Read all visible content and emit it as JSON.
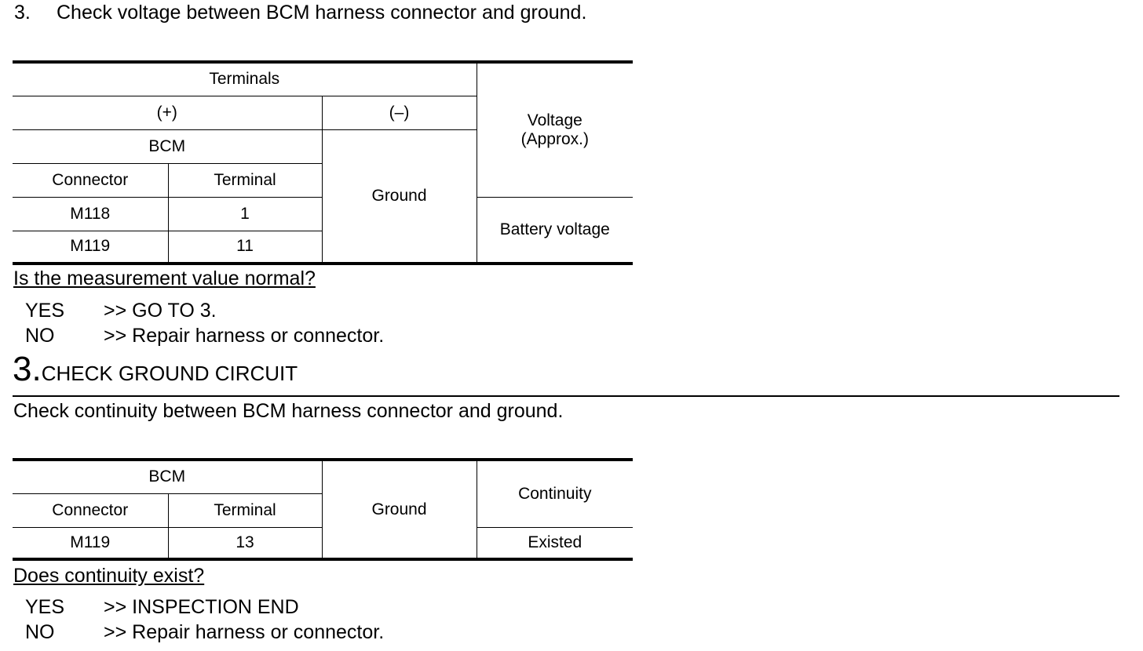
{
  "step3": {
    "number": "3.",
    "text": "Check voltage between BCM harness connector and ground."
  },
  "table1": {
    "terminals": "Terminals",
    "plus": "(+)",
    "minus": "(–)",
    "bcm": "BCM",
    "connector": "Connector",
    "terminal": "Terminal",
    "ground": "Ground",
    "voltage_header": [
      "Voltage",
      "(Approx.)"
    ],
    "rows": [
      {
        "connector": "M118",
        "terminal": "1"
      },
      {
        "connector": "M119",
        "terminal": "11"
      }
    ],
    "voltage_value": "Battery  voltage"
  },
  "question1": "Is the measurement value normal?",
  "answers1": {
    "yes_key": "YES",
    "yes_text": ">> GO TO 3.",
    "no_key": "NO",
    "no_text": ">> Repair harness or connector."
  },
  "section": {
    "number": "3.",
    "title": "CHECK GROUND CIRCUIT",
    "description": "Check continuity between BCM harness connector and ground."
  },
  "table2": {
    "bcm": "BCM",
    "connector": "Connector",
    "terminal": "Terminal",
    "ground": "Ground",
    "continuity": "Continuity",
    "row": {
      "connector": "M119",
      "terminal": "13",
      "continuity": "Existed"
    }
  },
  "question2": "Does continuity exist?",
  "answers2": {
    "yes_key": "YES",
    "yes_text": ">> INSPECTION END",
    "no_key": "NO",
    "no_text": ">> Repair harness or connector."
  }
}
